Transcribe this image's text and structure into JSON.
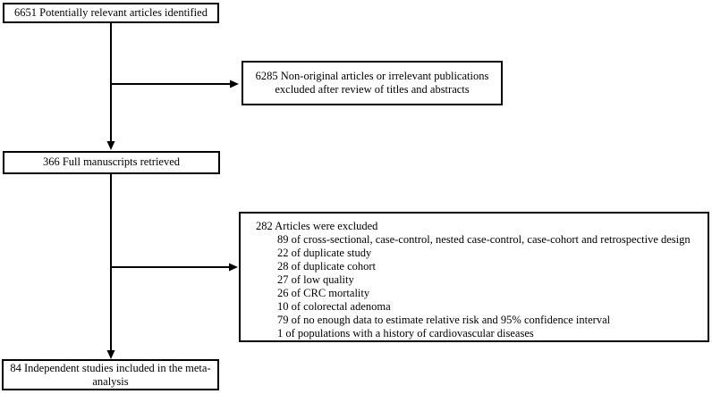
{
  "flow": {
    "colors": {
      "background": "#ffffff",
      "box_border": "#000000",
      "arrow": "#000000",
      "text": "#000000"
    },
    "boxes": {
      "identified": {
        "text": "6651 Potentially relevant articles identified"
      },
      "excluded_screening": {
        "lines": [
          "6285 Non-original articles or irrelevant publications",
          "excluded after review of titles and abstracts"
        ]
      },
      "retrieved": {
        "text": "366 Full manuscripts retrieved"
      },
      "excluded_full": {
        "title": "282 Articles were excluded",
        "items": [
          "89 of cross-sectional, case-control, nested case-control, case-cohort and retrospective design",
          "22 of duplicate study",
          "28 of duplicate cohort",
          "27 of low quality",
          "26 of CRC mortality",
          "10 of colorectal adenoma",
          "79 of no enough data to estimate relative risk and 95% confidence interval",
          "1 of populations with a history of cardiovascular diseases"
        ]
      },
      "included": {
        "lines": [
          "84 Independent studies included in the meta-",
          "analysis"
        ]
      }
    }
  }
}
